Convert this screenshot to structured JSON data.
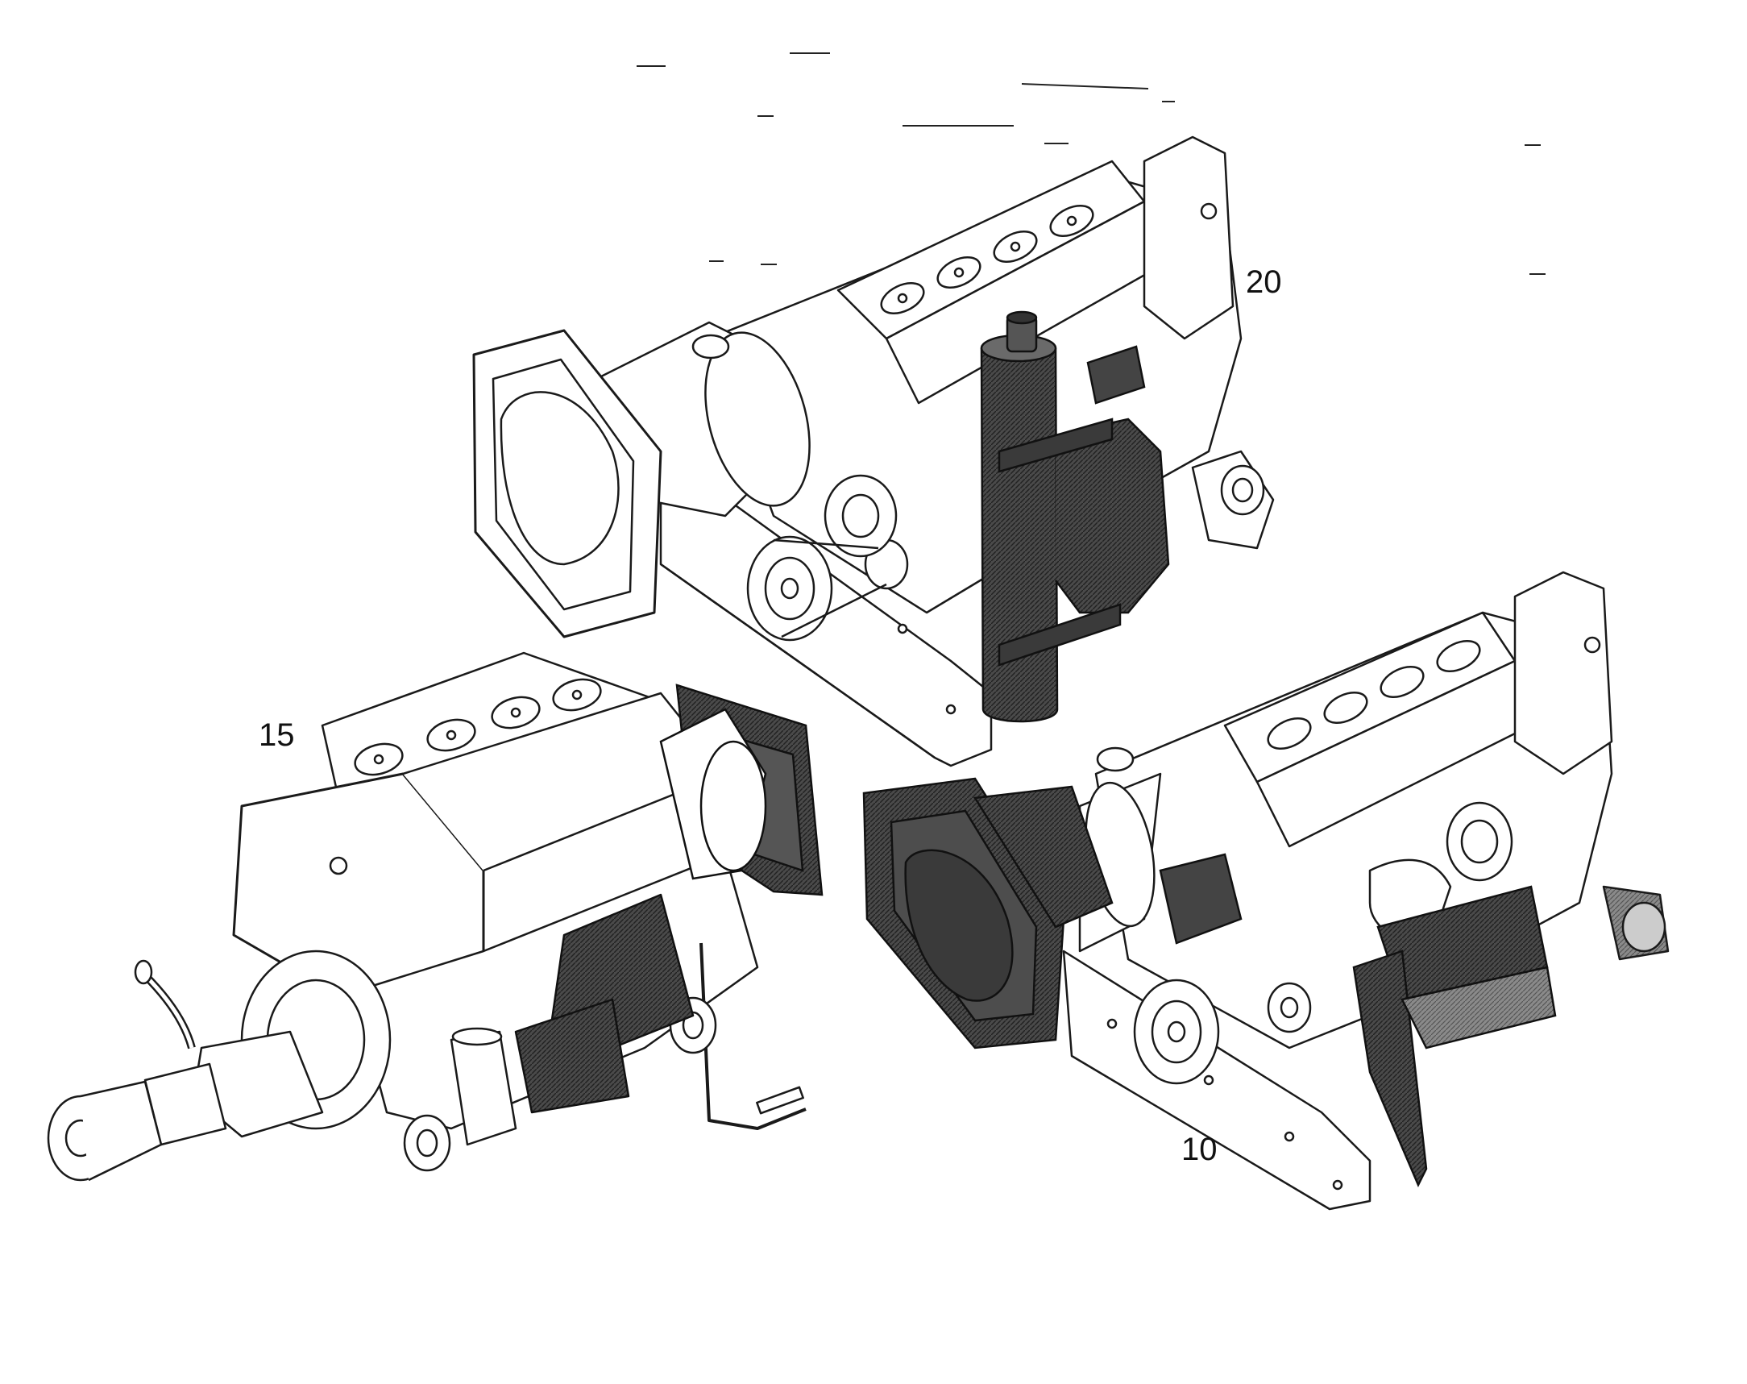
{
  "callouts": {
    "item_20": "20",
    "item_15": "15",
    "item_10": "10"
  },
  "colors": {
    "line": "#1a1a1a",
    "fill_light": "#ffffff",
    "fill_shaded": "#3c3c3c",
    "fill_mid": "#6a6a6a",
    "fill_pale": "#9a9a9a"
  }
}
